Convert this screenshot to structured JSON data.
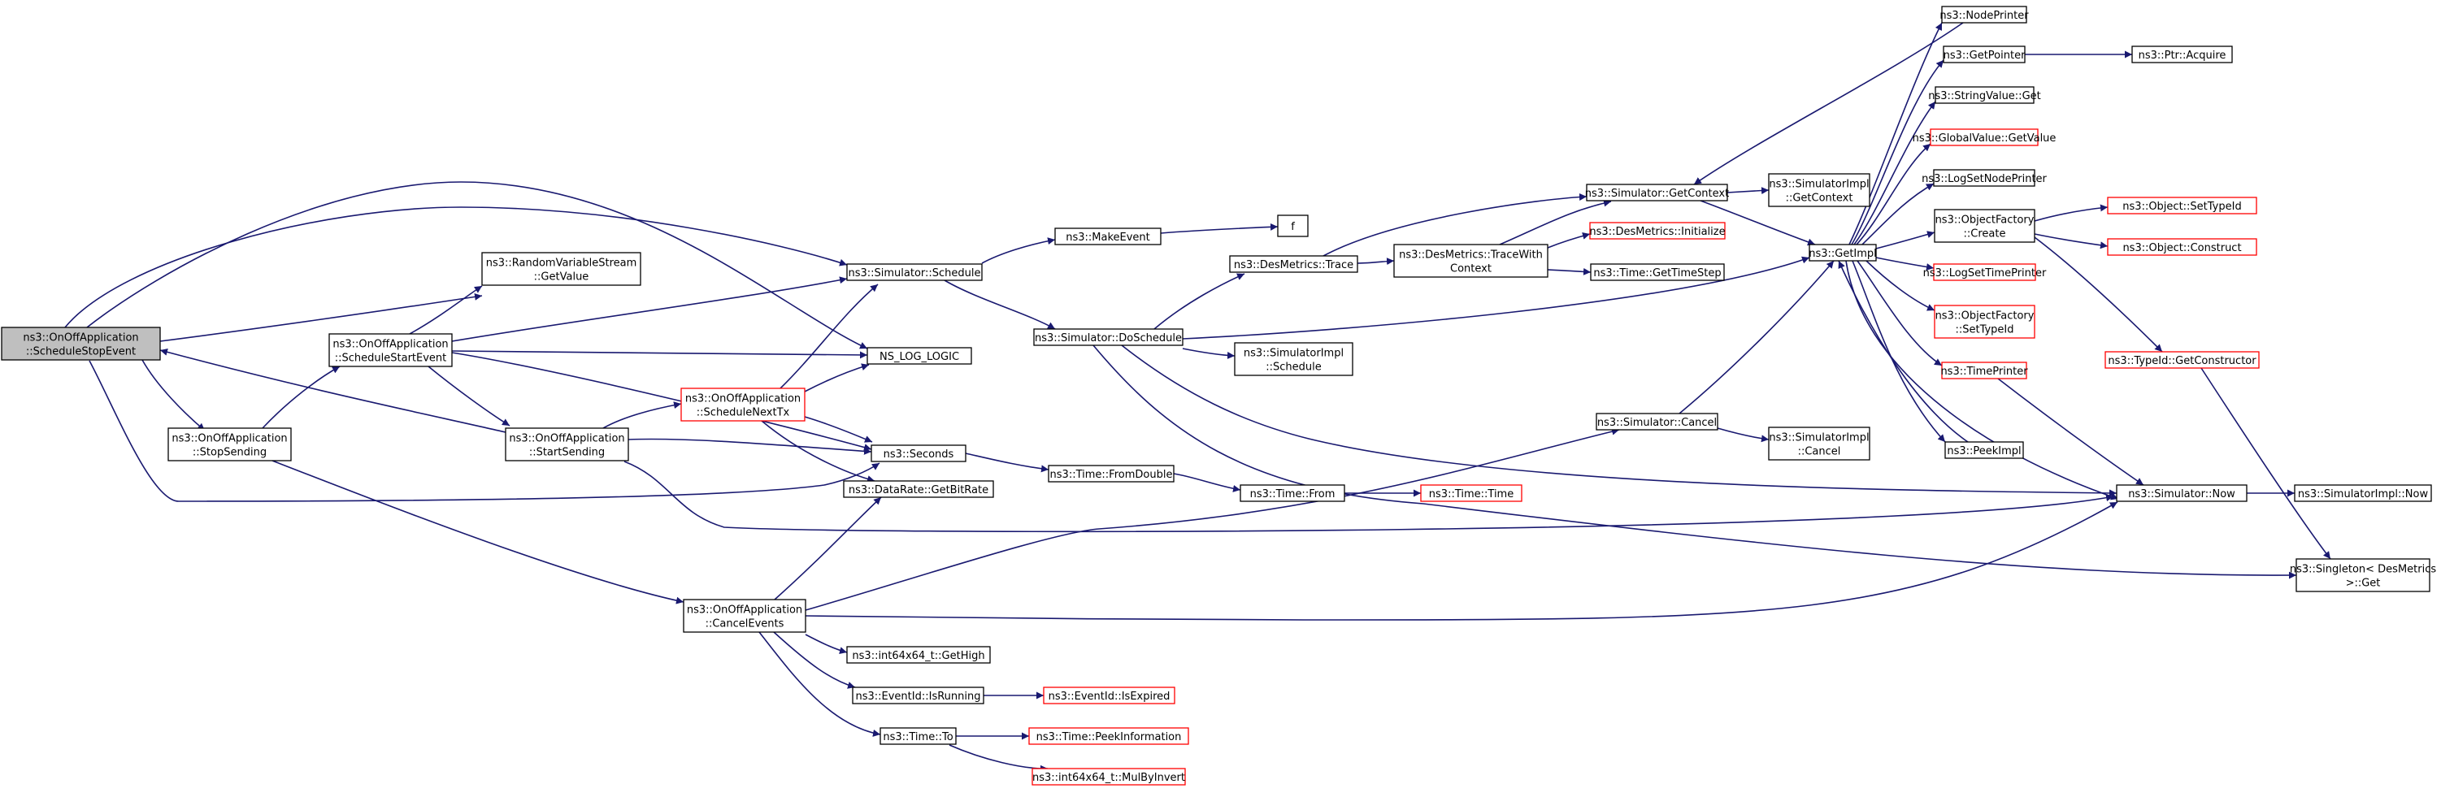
{
  "graph": {
    "title": "",
    "colors": {
      "edge": "#191970",
      "node_border": "#000000",
      "undocumented_border": "#ff0000",
      "root_fill": "#bfbfbf",
      "node_fill": "#ffffff"
    },
    "nodes": [
      {
        "id": "root",
        "lines": [
          "ns3::OnOffApplication",
          "::ScheduleStopEvent"
        ],
        "style": "root"
      },
      {
        "id": "stopsending",
        "lines": [
          "ns3::OnOffApplication",
          "::StopSending"
        ],
        "style": "normal"
      },
      {
        "id": "schedstart",
        "lines": [
          "ns3::OnOffApplication",
          "::ScheduleStartEvent"
        ],
        "style": "normal"
      },
      {
        "id": "rvs",
        "lines": [
          "ns3::RandomVariableStream",
          "::GetValue"
        ],
        "style": "normal"
      },
      {
        "id": "startsending",
        "lines": [
          "ns3::OnOffApplication",
          "::StartSending"
        ],
        "style": "normal"
      },
      {
        "id": "schednexttx",
        "lines": [
          "ns3::OnOffApplication",
          "::ScheduleNextTx"
        ],
        "style": "red"
      },
      {
        "id": "simschedule",
        "lines": [
          "ns3::Simulator::Schedule"
        ],
        "style": "normal"
      },
      {
        "id": "nslog",
        "lines": [
          "NS_LOG_LOGIC"
        ],
        "style": "normal"
      },
      {
        "id": "seconds",
        "lines": [
          "ns3::Seconds"
        ],
        "style": "normal"
      },
      {
        "id": "getbitrate",
        "lines": [
          "ns3::DataRate::GetBitRate"
        ],
        "style": "normal"
      },
      {
        "id": "cancelevents",
        "lines": [
          "ns3::OnOffApplication",
          "::CancelEvents"
        ],
        "style": "normal"
      },
      {
        "id": "gethigh",
        "lines": [
          "ns3::int64x64_t::GetHigh"
        ],
        "style": "normal"
      },
      {
        "id": "isrunning",
        "lines": [
          "ns3::EventId::IsRunning"
        ],
        "style": "normal"
      },
      {
        "id": "timeto",
        "lines": [
          "ns3::Time::To"
        ],
        "style": "normal"
      },
      {
        "id": "isexpired",
        "lines": [
          "ns3::EventId::IsExpired"
        ],
        "style": "red"
      },
      {
        "id": "peekinfo",
        "lines": [
          "ns3::Time::PeekInformation"
        ],
        "style": "red"
      },
      {
        "id": "mulbyinvert",
        "lines": [
          "ns3::int64x64_t::MulByInvert"
        ],
        "style": "red"
      },
      {
        "id": "makeevent",
        "lines": [
          "ns3::MakeEvent"
        ],
        "style": "normal"
      },
      {
        "id": "f",
        "lines": [
          "f"
        ],
        "style": "normal"
      },
      {
        "id": "doschedule",
        "lines": [
          "ns3::Simulator::DoSchedule"
        ],
        "style": "normal"
      },
      {
        "id": "fromdouble",
        "lines": [
          "ns3::Time::FromDouble"
        ],
        "style": "normal"
      },
      {
        "id": "timefrom",
        "lines": [
          "ns3::Time::From"
        ],
        "style": "normal"
      },
      {
        "id": "timetime",
        "lines": [
          "ns3::Time::Time"
        ],
        "style": "red"
      },
      {
        "id": "desmtrace",
        "lines": [
          "ns3::DesMetrics::Trace"
        ],
        "style": "normal"
      },
      {
        "id": "simimplschedule",
        "lines": [
          "ns3::SimulatorImpl",
          "::Schedule"
        ],
        "style": "normal"
      },
      {
        "id": "tracewithcontext",
        "lines": [
          "ns3::DesMetrics::TraceWith",
          "Context"
        ],
        "style": "normal"
      },
      {
        "id": "desminit",
        "lines": [
          "ns3::DesMetrics::Initialize"
        ],
        "style": "red"
      },
      {
        "id": "gettimestep",
        "lines": [
          "ns3::Time::GetTimeStep"
        ],
        "style": "normal"
      },
      {
        "id": "getcontext",
        "lines": [
          "ns3::Simulator::GetContext"
        ],
        "style": "normal"
      },
      {
        "id": "implgetcontext",
        "lines": [
          "ns3::SimulatorImpl",
          "::GetContext"
        ],
        "style": "normal"
      },
      {
        "id": "simcancel",
        "lines": [
          "ns3::Simulator::Cancel"
        ],
        "style": "normal"
      },
      {
        "id": "implcancel",
        "lines": [
          "ns3::SimulatorImpl",
          "::Cancel"
        ],
        "style": "normal"
      },
      {
        "id": "getimpl",
        "lines": [
          "ns3::GetImpl"
        ],
        "style": "normal"
      },
      {
        "id": "nodeprinter",
        "lines": [
          "ns3::NodePrinter"
        ],
        "style": "normal"
      },
      {
        "id": "getpointer",
        "lines": [
          "ns3::GetPointer"
        ],
        "style": "normal"
      },
      {
        "id": "ptracquire",
        "lines": [
          "ns3::Ptr::Acquire"
        ],
        "style": "normal"
      },
      {
        "id": "stringvalueget",
        "lines": [
          "ns3::StringValue::Get"
        ],
        "style": "normal"
      },
      {
        "id": "globalvalue",
        "lines": [
          "ns3::GlobalValue::GetValue"
        ],
        "style": "red"
      },
      {
        "id": "logsetnodeprinter",
        "lines": [
          "ns3::LogSetNodePrinter"
        ],
        "style": "normal"
      },
      {
        "id": "objfactorycreate",
        "lines": [
          "ns3::ObjectFactory",
          "::Create"
        ],
        "style": "normal"
      },
      {
        "id": "logsettimeprinter",
        "lines": [
          "ns3::LogSetTimePrinter"
        ],
        "style": "red"
      },
      {
        "id": "objfactorysettypeid",
        "lines": [
          "ns3::ObjectFactory",
          "::SetTypeId"
        ],
        "style": "red"
      },
      {
        "id": "timeprinter",
        "lines": [
          "ns3::TimePrinter"
        ],
        "style": "red"
      },
      {
        "id": "peekimpl",
        "lines": [
          "ns3::PeekImpl"
        ],
        "style": "normal"
      },
      {
        "id": "objsettypeid",
        "lines": [
          "ns3::Object::SetTypeId"
        ],
        "style": "red"
      },
      {
        "id": "objconstruct",
        "lines": [
          "ns3::Object::Construct"
        ],
        "style": "red"
      },
      {
        "id": "getconstructor",
        "lines": [
          "ns3::TypeId::GetConstructor"
        ],
        "style": "red"
      },
      {
        "id": "simnow",
        "lines": [
          "ns3::Simulator::Now"
        ],
        "style": "normal"
      },
      {
        "id": "implnow",
        "lines": [
          "ns3::SimulatorImpl::Now"
        ],
        "style": "normal"
      },
      {
        "id": "singletonget",
        "lines": [
          "ns3::Singleton< DesMetrics",
          " >::Get"
        ],
        "style": "normal"
      }
    ]
  }
}
